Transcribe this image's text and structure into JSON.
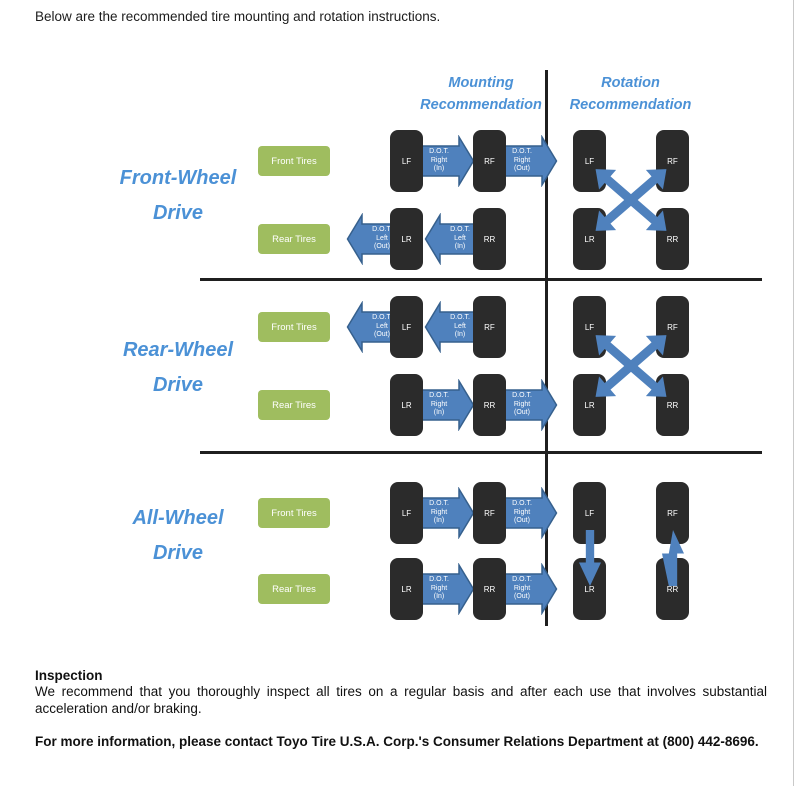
{
  "intro": "Below are the recommended tire mounting and rotation instructions.",
  "headers": {
    "mounting": [
      "Mounting",
      "Recommendation"
    ],
    "rotation": [
      "Rotation",
      "Recommendation"
    ]
  },
  "group_labels": {
    "front": "Front Tires",
    "rear": "Rear Tires"
  },
  "rows": [
    {
      "label": [
        "Front-Wheel",
        "Drive"
      ],
      "mounting": {
        "front": {
          "tires": [
            "LF",
            "RF"
          ],
          "arrows": [
            {
              "direction": "right",
              "lines": [
                "D.O.T.",
                "Right",
                "(In)"
              ]
            },
            {
              "direction": "right",
              "lines": [
                "D.O.T.",
                "Right",
                "(Out)"
              ]
            }
          ]
        },
        "rear": {
          "tires": [
            "LR",
            "RR"
          ],
          "arrows": [
            {
              "direction": "left",
              "lines": [
                "D.O.T.",
                "Left",
                "(Out)"
              ]
            },
            {
              "direction": "left",
              "lines": [
                "D.O.T.",
                "Left",
                "(In)"
              ]
            }
          ]
        }
      },
      "rotation": {
        "pattern": "cross",
        "tires": [
          "LF",
          "RF",
          "LR",
          "RR"
        ]
      }
    },
    {
      "label": [
        "Rear-Wheel",
        "Drive"
      ],
      "mounting": {
        "front": {
          "tires": [
            "LF",
            "RF"
          ],
          "arrows": [
            {
              "direction": "left",
              "lines": [
                "D.O.T.",
                "Left",
                "(Out)"
              ]
            },
            {
              "direction": "left",
              "lines": [
                "D.O.T.",
                "Left",
                "(In)"
              ]
            }
          ]
        },
        "rear": {
          "tires": [
            "LR",
            "RR"
          ],
          "arrows": [
            {
              "direction": "right",
              "lines": [
                "D.O.T.",
                "Right",
                "(In)"
              ]
            },
            {
              "direction": "right",
              "lines": [
                "D.O.T.",
                "Right",
                "(Out)"
              ]
            }
          ]
        }
      },
      "rotation": {
        "pattern": "cross",
        "tires": [
          "LF",
          "RF",
          "LR",
          "RR"
        ]
      }
    },
    {
      "label": [
        "All-Wheel",
        "Drive"
      ],
      "mounting": {
        "front": {
          "tires": [
            "LF",
            "RF"
          ],
          "arrows": [
            {
              "direction": "right",
              "lines": [
                "D.O.T.",
                "Right",
                "(In)"
              ]
            },
            {
              "direction": "right",
              "lines": [
                "D.O.T.",
                "Right",
                "(Out)"
              ]
            }
          ]
        },
        "rear": {
          "tires": [
            "LR",
            "RR"
          ],
          "arrows": [
            {
              "direction": "right",
              "lines": [
                "D.O.T.",
                "Right",
                "(In)"
              ]
            },
            {
              "direction": "right",
              "lines": [
                "D.O.T.",
                "Right",
                "(Out)"
              ]
            }
          ]
        }
      },
      "rotation": {
        "pattern": "front-to-back",
        "tires": [
          "LF",
          "RF",
          "LR",
          "RR"
        ]
      }
    }
  ],
  "footer": {
    "inspection_heading": "Inspection",
    "inspection_text": "We recommend that you thoroughly inspect all tires on a regular basis and after each use that involves substantial acceleration and/or braking.",
    "contact_text": "For more information, please contact Toyo Tire U.S.A. Corp.'s Consumer Relations Department at (800) 442-8696."
  },
  "colors": {
    "heading_blue": "#4b91d6",
    "arrow_blue": "#4f81bd",
    "green_badge": "#9fbd5f",
    "tire_black": "#2b2b2b"
  }
}
